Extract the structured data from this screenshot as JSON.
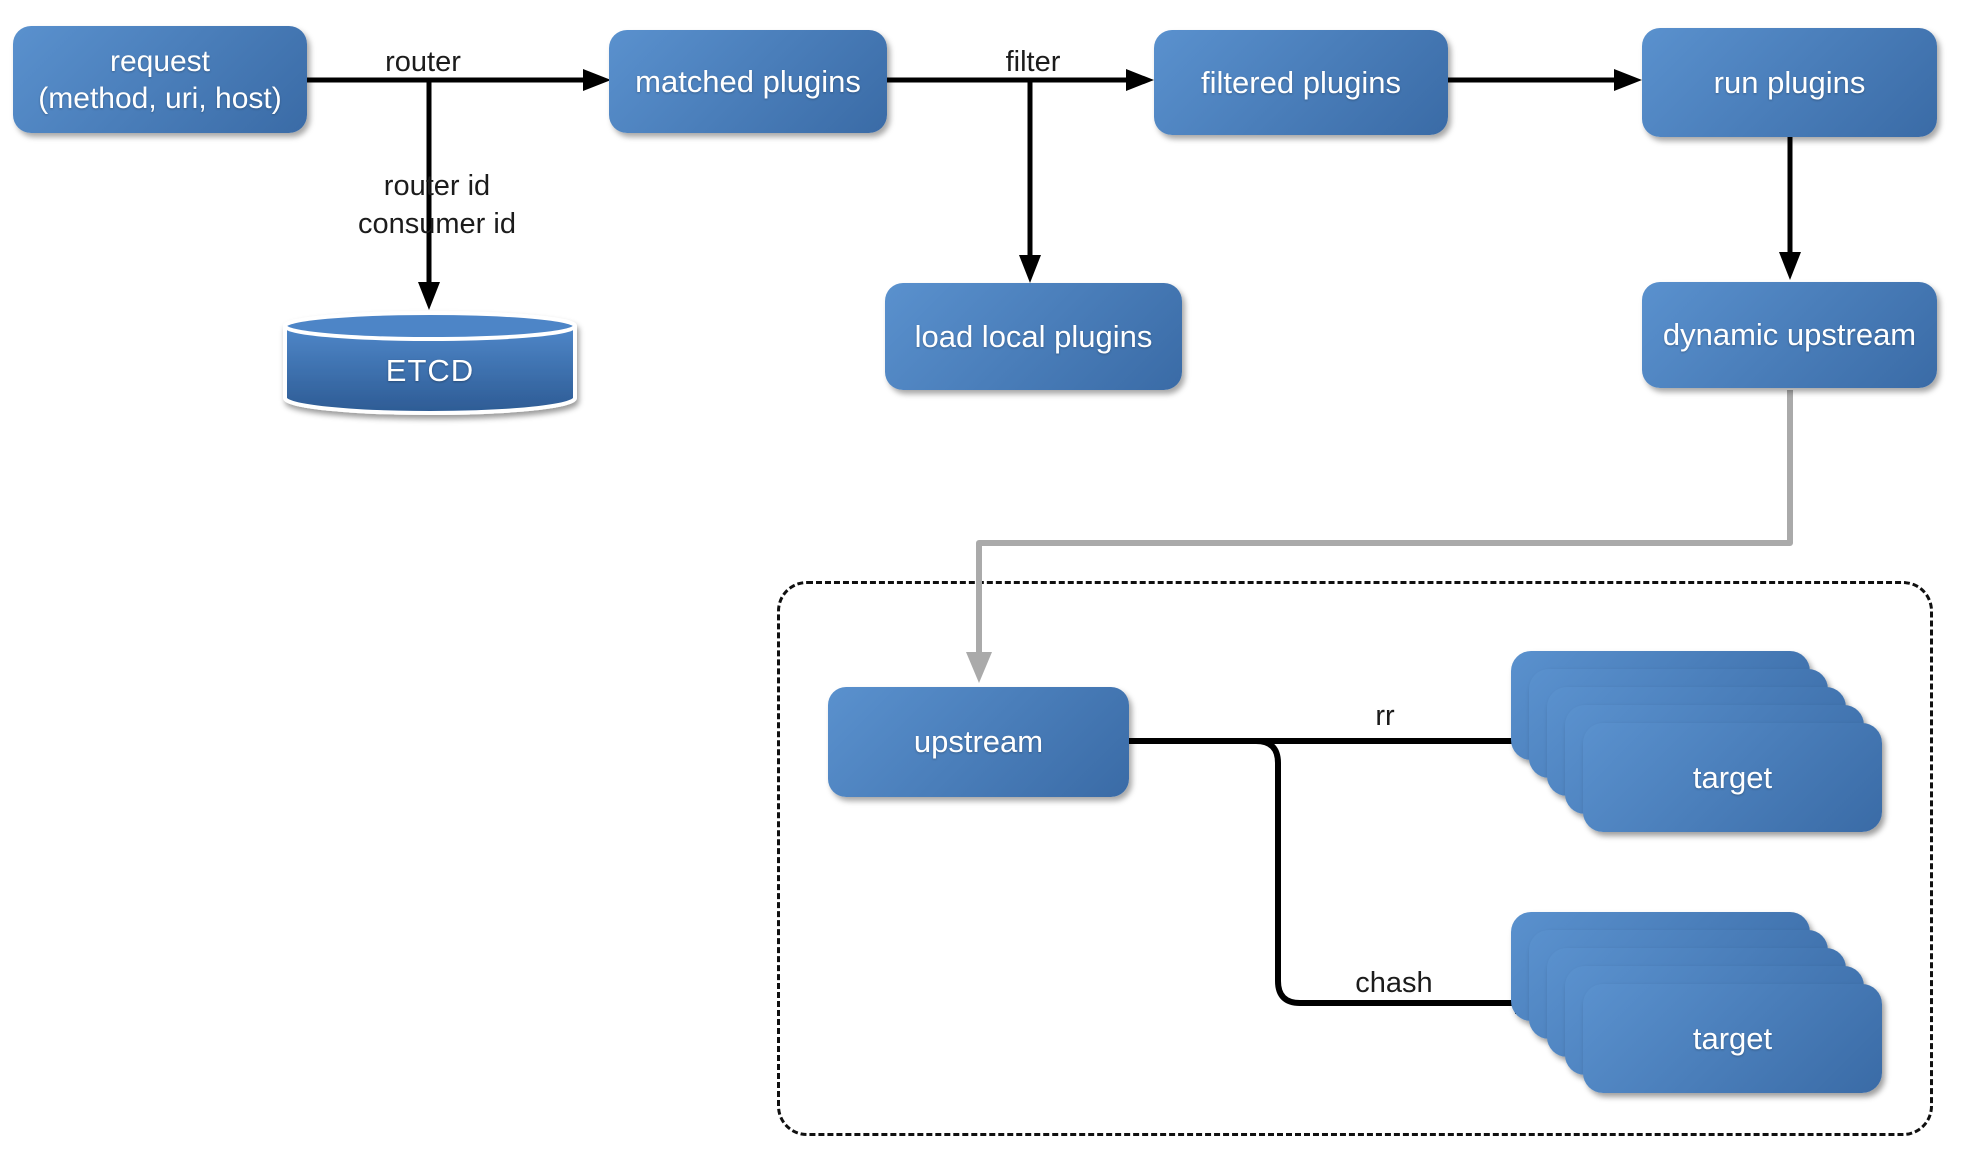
{
  "diagram": {
    "nodes": {
      "request": {
        "label_line1": "request",
        "label_line2": "(method, uri, host)"
      },
      "matched_plugins": {
        "label": "matched plugins"
      },
      "filtered_plugins": {
        "label": "filtered plugins"
      },
      "run_plugins": {
        "label": "run plugins"
      },
      "etcd": {
        "label": "ETCD"
      },
      "load_local_plugins": {
        "label": "load local plugins"
      },
      "dynamic_upstream": {
        "label": "dynamic upstream"
      },
      "upstream": {
        "label": "upstream"
      },
      "target_rr": {
        "label": "target"
      },
      "target_chash": {
        "label": "target"
      }
    },
    "edge_labels": {
      "router": "router",
      "router_id": "router id",
      "consumer_id": "consumer id",
      "filter": "filter",
      "rr": "rr",
      "chash": "chash"
    },
    "colors": {
      "node_gradient_top": "#5a91ce",
      "node_gradient_bottom": "#3a6ba6",
      "cylinder_top": "#4d85c7",
      "cylinder_body_top": "#4f87c9",
      "cylinder_body_bottom": "#2d5b94",
      "arrow_black": "#000000",
      "arrow_gray": "#aaaaaa",
      "text_on_node": "#ffffff",
      "label_text": "#1c1c1c"
    }
  }
}
